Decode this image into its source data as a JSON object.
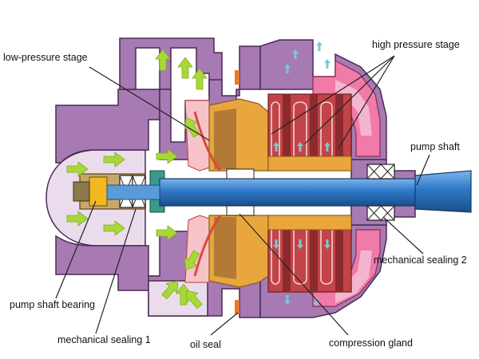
{
  "labels": {
    "low_pressure_stage": "low-pressure stage",
    "high_pressure_stage": "high pressure stage",
    "pump_shaft": "pump shaft",
    "mechanical_sealing_2": "mechanical sealing 2",
    "pump_shaft_bearing": "pump shaft bearing",
    "mechanical_sealing_1": "mechanical sealing 1",
    "oil_seal": "oil seal",
    "compression_gland": "compression gland"
  },
  "colors": {
    "casing": "#a77ab3",
    "casing_light": "#eadcec",
    "casing_outline": "#4a2a55",
    "impeller_orange": "#e8a63c",
    "impeller_brown": "#9a6a2c",
    "diffuser_red": "#d84a3c",
    "diffuser_dark": "#8c2a2e",
    "pink_cover": "#f07aa8",
    "pink_light": "#f4b6cf",
    "shaft_blue": "#2e78c8",
    "shaft_dark": "#1b4f8a",
    "flow_arrow_green": "#a8d838",
    "flow_arrow_cyan": "#7ac8d4",
    "leader_line": "#222222"
  }
}
